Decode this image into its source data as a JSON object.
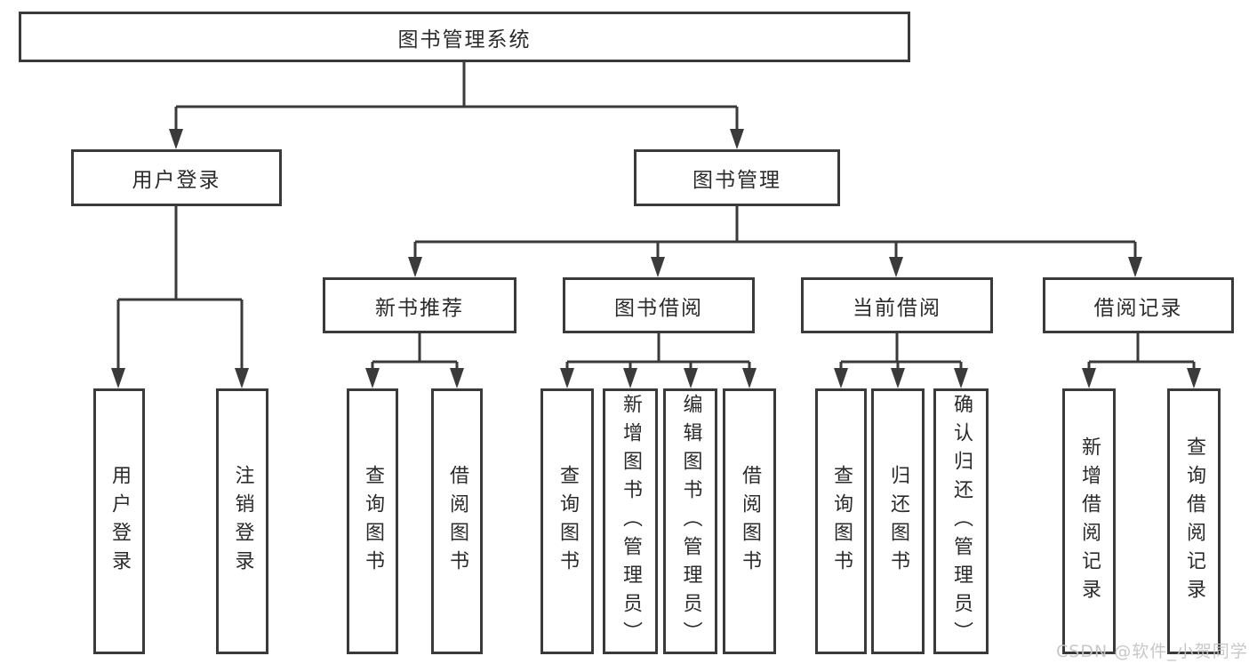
{
  "colors": {
    "line": "#3a3a3a",
    "box_border": "#3a3a3a",
    "text": "#2b2b2b",
    "watermark": "#c3c3c3"
  },
  "watermark": "CSDN @软件_小贺同学",
  "tree": {
    "label": "图书管理系统",
    "children": [
      {
        "label": "用户登录",
        "children": [
          {
            "label": "用户登录"
          },
          {
            "label": "注销登录"
          }
        ]
      },
      {
        "label": "图书管理",
        "children": [
          {
            "label": "新书推荐",
            "children": [
              {
                "label": "查询图书"
              },
              {
                "label": "借阅图书"
              }
            ]
          },
          {
            "label": "图书借阅",
            "children": [
              {
                "label": "查询图书"
              },
              {
                "label": "新增图书（管理员）"
              },
              {
                "label": "编辑图书（管理员）"
              },
              {
                "label": "借阅图书"
              }
            ]
          },
          {
            "label": "当前借阅",
            "children": [
              {
                "label": "查询图书"
              },
              {
                "label": "归还图书"
              },
              {
                "label": "确认归还（管理员）"
              }
            ]
          },
          {
            "label": "借阅记录",
            "children": [
              {
                "label": "新增借阅记录"
              },
              {
                "label": "查询借阅记录"
              }
            ]
          }
        ]
      }
    ]
  }
}
